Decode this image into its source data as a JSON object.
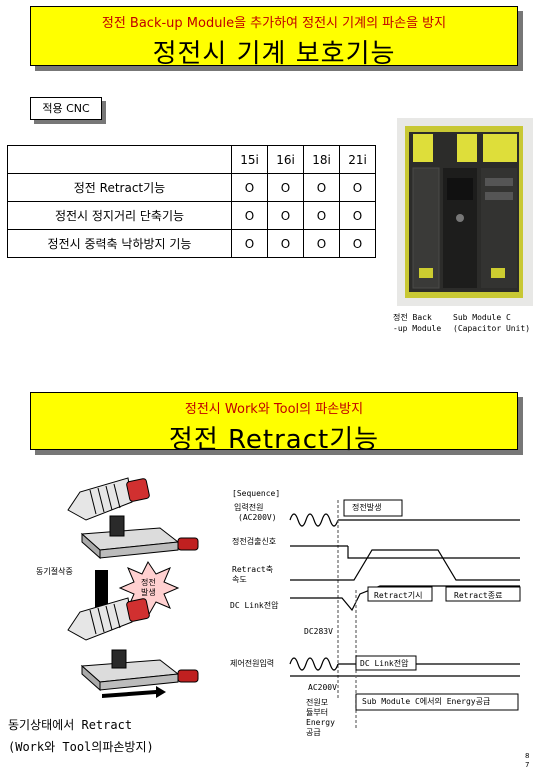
{
  "banner1": {
    "sub": "정전 Back-up Module을 추가하여 정전시 기계의 파손을 방지",
    "main": "정전시 기계 보호기능"
  },
  "tag": "적용 CNC",
  "table": {
    "headers": [
      "",
      "15i",
      "16i",
      "18i",
      "21i"
    ],
    "rows": [
      {
        "label": "정전 Retract기능",
        "values": [
          "O",
          "O",
          "O",
          "O"
        ]
      },
      {
        "label": "정전시 정지거리 단축기능",
        "values": [
          "O",
          "O",
          "O",
          "O"
        ]
      },
      {
        "label": "정전시 중력축 낙하방지 기능",
        "values": [
          "O",
          "O",
          "O",
          "O"
        ]
      }
    ]
  },
  "photo_caption": {
    "left1": "정전 Back",
    "left2": "-up Module",
    "right1": "Sub Module C",
    "right2": "(Capacitor Unit)"
  },
  "banner2": {
    "sub": "정전시 Work와 Tool의 파손방지",
    "main": "정전 Retract기능"
  },
  "diagram": {
    "sequence": "[Sequence]",
    "input_power1": "입력전원",
    "input_power2": "(AC200V)",
    "outage": "정전발생",
    "detect": "정전검출신호",
    "sync": "동기절삭중",
    "burst1": "정전",
    "burst2": "발생",
    "speed1": "Retract축",
    "speed2": "속도",
    "retract_phase": "Retract기시",
    "retract_end": "Retract종료",
    "dclink": "DC Link전압",
    "dc283": "DC283V",
    "ctrl_input": "제어전원입력",
    "dc_short": "DC Link전압",
    "ac200": "AC200V",
    "supply1": "전원모",
    "supply2": "듈부터",
    "supply3": "Energy",
    "supply4": "공급",
    "submodule": "Sub Module C에서의 Energy공급"
  },
  "note": {
    "line1": "동기상태에서 Retract",
    "line2": "(Work와 Tool의파손방지)"
  },
  "page": {
    "n1": "8",
    "n2": "7"
  }
}
